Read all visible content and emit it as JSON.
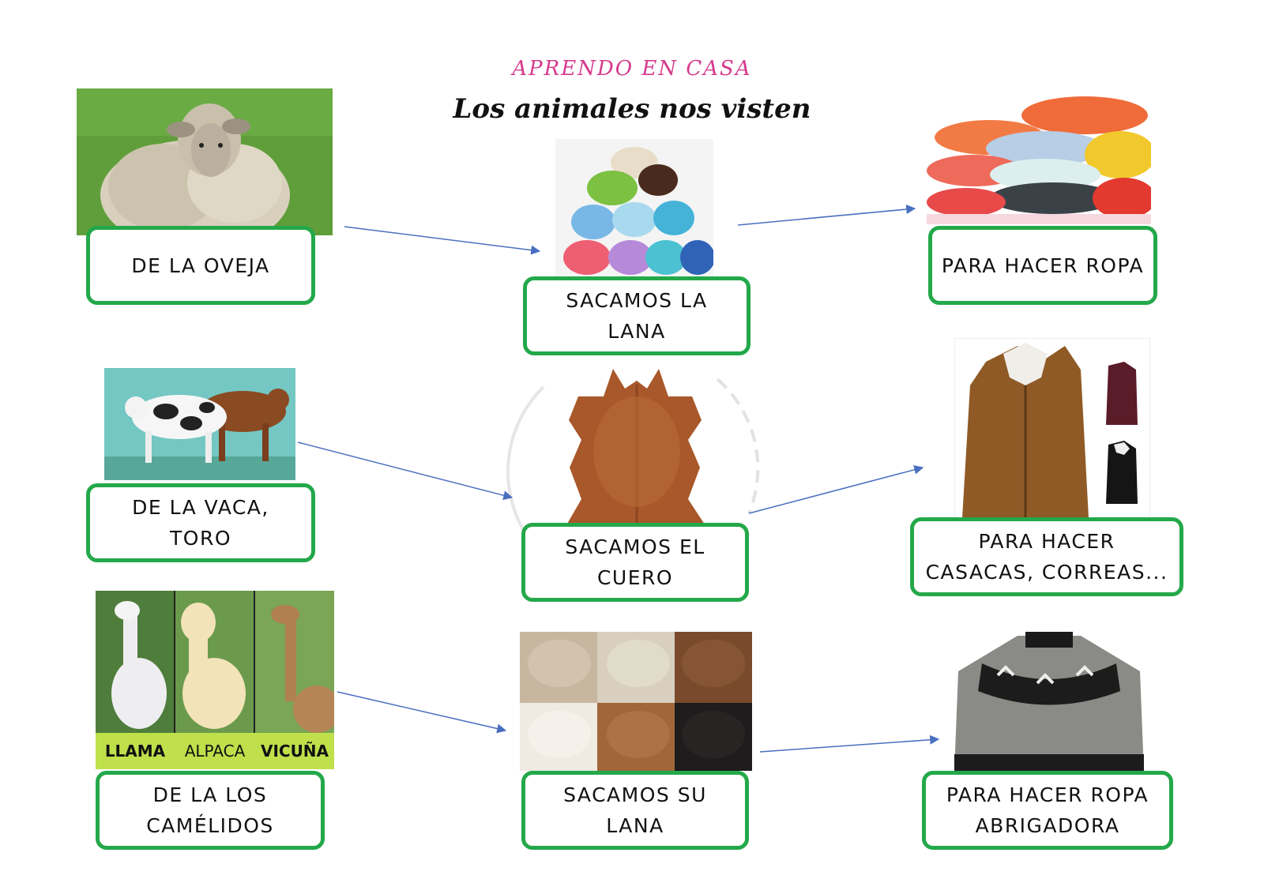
{
  "header": {
    "title": "APRENDO EN CASA",
    "subtitle": "Los animales nos visten"
  },
  "rows": [
    {
      "source": "DE LA OVEJA",
      "material": "SACAMOS LA LANA",
      "use": "PARA HACER ROPA"
    },
    {
      "source": "DE LA VACA, TORO",
      "material": "SACAMOS EL CUERO",
      "use": "PARA HACER CASACAS, CORREAS..."
    },
    {
      "source": "DE LA LOS CAMÉLIDOS",
      "material": "SACAMOS SU LANA",
      "use": "PARA HACER ROPA ABRIGADORA"
    }
  ],
  "camelid_labels": [
    "LLAMA",
    "ALPACA",
    "VICUÑA"
  ],
  "colors": {
    "box_border": "#23a84a",
    "title": "#d63a8c",
    "arrow": "#4a6fc0"
  }
}
